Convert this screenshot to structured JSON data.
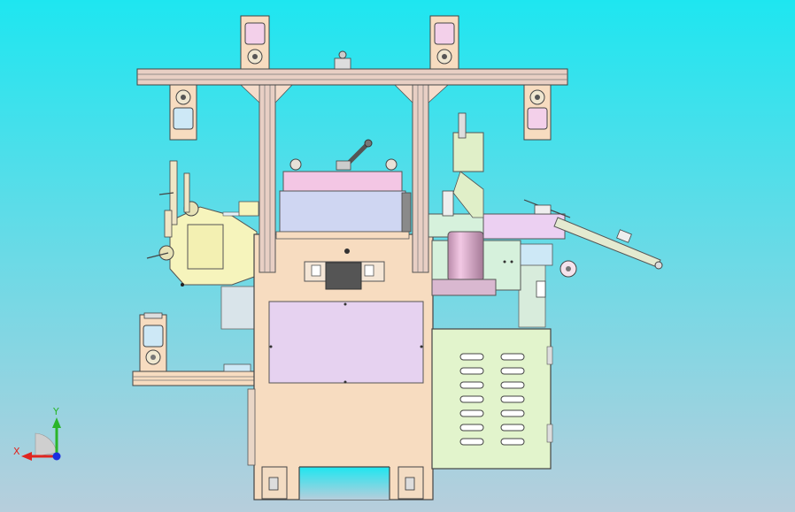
{
  "viewport": {
    "background_top": "#1ee6f0",
    "background_bottom": "#b7cedc"
  },
  "triad": {
    "x_label": "X",
    "y_label": "Y",
    "x_color": "#e0251f",
    "y_color": "#2ab52a",
    "z_color": "#1a2fe0"
  },
  "colors": {
    "frame_peach": "#f7dcc0",
    "frame_line": "#4a4a4a",
    "profile_tan": "#e8cfc4",
    "panel_lavender": "#e6d2f0",
    "cabinet_green": "#e2f4cc",
    "slot": "#ffffff",
    "motor_pink": "#e8b4d4",
    "blue_panel": "#cfd6f2",
    "yellow_part": "#f6f4bc",
    "mint_part": "#d6f1dc",
    "pink_cover": "#f3c6e4",
    "handle_dark": "#555555",
    "light_blue_part": "#cde8f6"
  },
  "parts": [
    {
      "name": "top-crossbeam"
    },
    {
      "name": "left-upright"
    },
    {
      "name": "right-upright"
    },
    {
      "name": "top-bearing-left"
    },
    {
      "name": "top-bearing-right"
    },
    {
      "name": "side-bearing-left"
    },
    {
      "name": "side-bearing-right"
    },
    {
      "name": "die-cutting-head"
    },
    {
      "name": "main-body"
    },
    {
      "name": "electrical-cabinet"
    },
    {
      "name": "unwind-unit"
    },
    {
      "name": "feed-arm"
    },
    {
      "name": "lower-shelf"
    }
  ]
}
